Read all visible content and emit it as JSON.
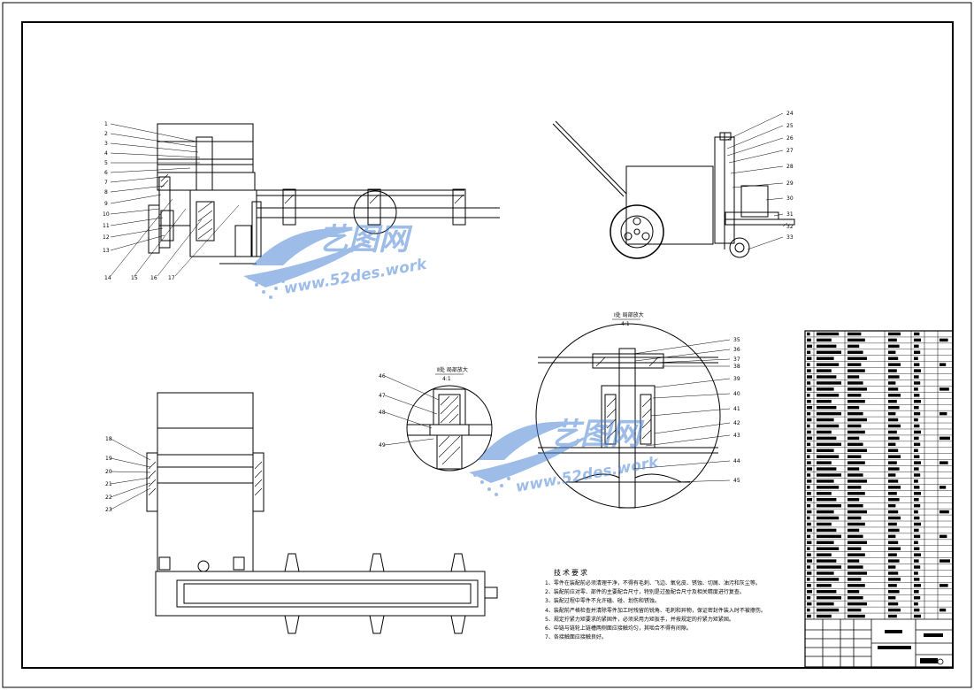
{
  "part_labels_main": [
    "1",
    "2",
    "3",
    "4",
    "5",
    "6",
    "7",
    "8",
    "9",
    "10",
    "11",
    "12",
    "13",
    "14",
    "15",
    "16",
    "17"
  ],
  "part_labels_side": [
    "24",
    "25",
    "26",
    "27",
    "28",
    "29",
    "30",
    "31",
    "32",
    "33"
  ],
  "part_labels_plan": [
    "18",
    "19",
    "20",
    "21",
    "22",
    "23"
  ],
  "part_labels_detail_small": [
    "46",
    "47",
    "48",
    "49"
  ],
  "part_labels_detail_large": [
    "35",
    "36",
    "37",
    "38",
    "39",
    "40",
    "41",
    "42",
    "43",
    "44",
    "45"
  ],
  "detail_views": {
    "small_title": "Ⅱ处 局部放大",
    "small_scale": "4:1",
    "large_title": "Ⅰ处 局部放大",
    "large_scale": "4:1"
  },
  "technical_requirements": {
    "title": "技术要求",
    "items": [
      "1、零件在装配前必须清理干净，不得有毛刺、飞边、氧化皮、锈蚀、切屑、油污和灰尘等。",
      "2、装配前应对零、部件的主要配合尺寸，特别是过盈配合尺寸及相关精度进行复查。",
      "3、装配过程中零件不允许磕、碰、划伤和锈蚀。",
      "4、装配前严格检查并清除零件加工时残留的锐角、毛刺和异物，保证密封件装入时不被擦伤。",
      "5、规定拧紧力矩要求的紧固件，必须采用力矩扳手，并按规定的拧紧力矩紧固。",
      "6、中链与链轮上链槽两侧面应接触均匀，其啮合不得有间隙。",
      "7、各接触面应接触良好。"
    ]
  },
  "watermark": {
    "brand": "艺图网",
    "url": "www.52des.work",
    "color": "#4f86d6"
  },
  "colors": {
    "line": "#000000",
    "background": "#ffffff"
  }
}
